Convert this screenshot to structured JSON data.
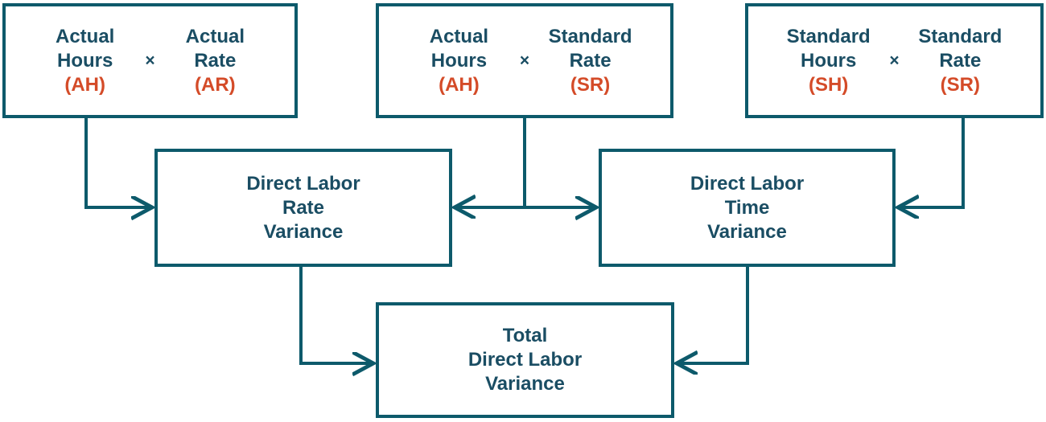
{
  "colors": {
    "teal_line": "#0d5a6b",
    "teal_text": "#1a4d63",
    "accent_red": "#d44b28",
    "background": "#ffffff"
  },
  "operator": "×",
  "top_boxes": [
    {
      "left": {
        "line1": "Actual",
        "line2": "Hours",
        "abbr": "(AH)"
      },
      "right": {
        "line1": "Actual",
        "line2": "Rate",
        "abbr": "(AR)"
      }
    },
    {
      "left": {
        "line1": "Actual",
        "line2": "Hours",
        "abbr": "(AH)"
      },
      "right": {
        "line1": "Standard",
        "line2": "Rate",
        "abbr": "(SR)"
      }
    },
    {
      "left": {
        "line1": "Standard",
        "line2": "Hours",
        "abbr": "(SH)"
      },
      "right": {
        "line1": "Standard",
        "line2": "Rate",
        "abbr": "(SR)"
      }
    }
  ],
  "variance_boxes": [
    {
      "line1": "Direct Labor",
      "line2": "Rate",
      "line3": "Variance"
    },
    {
      "line1": "Direct Labor",
      "line2": "Time",
      "line3": "Variance"
    }
  ],
  "total_box": {
    "line1": "Total",
    "line2": "Direct Labor",
    "line3": "Variance"
  }
}
